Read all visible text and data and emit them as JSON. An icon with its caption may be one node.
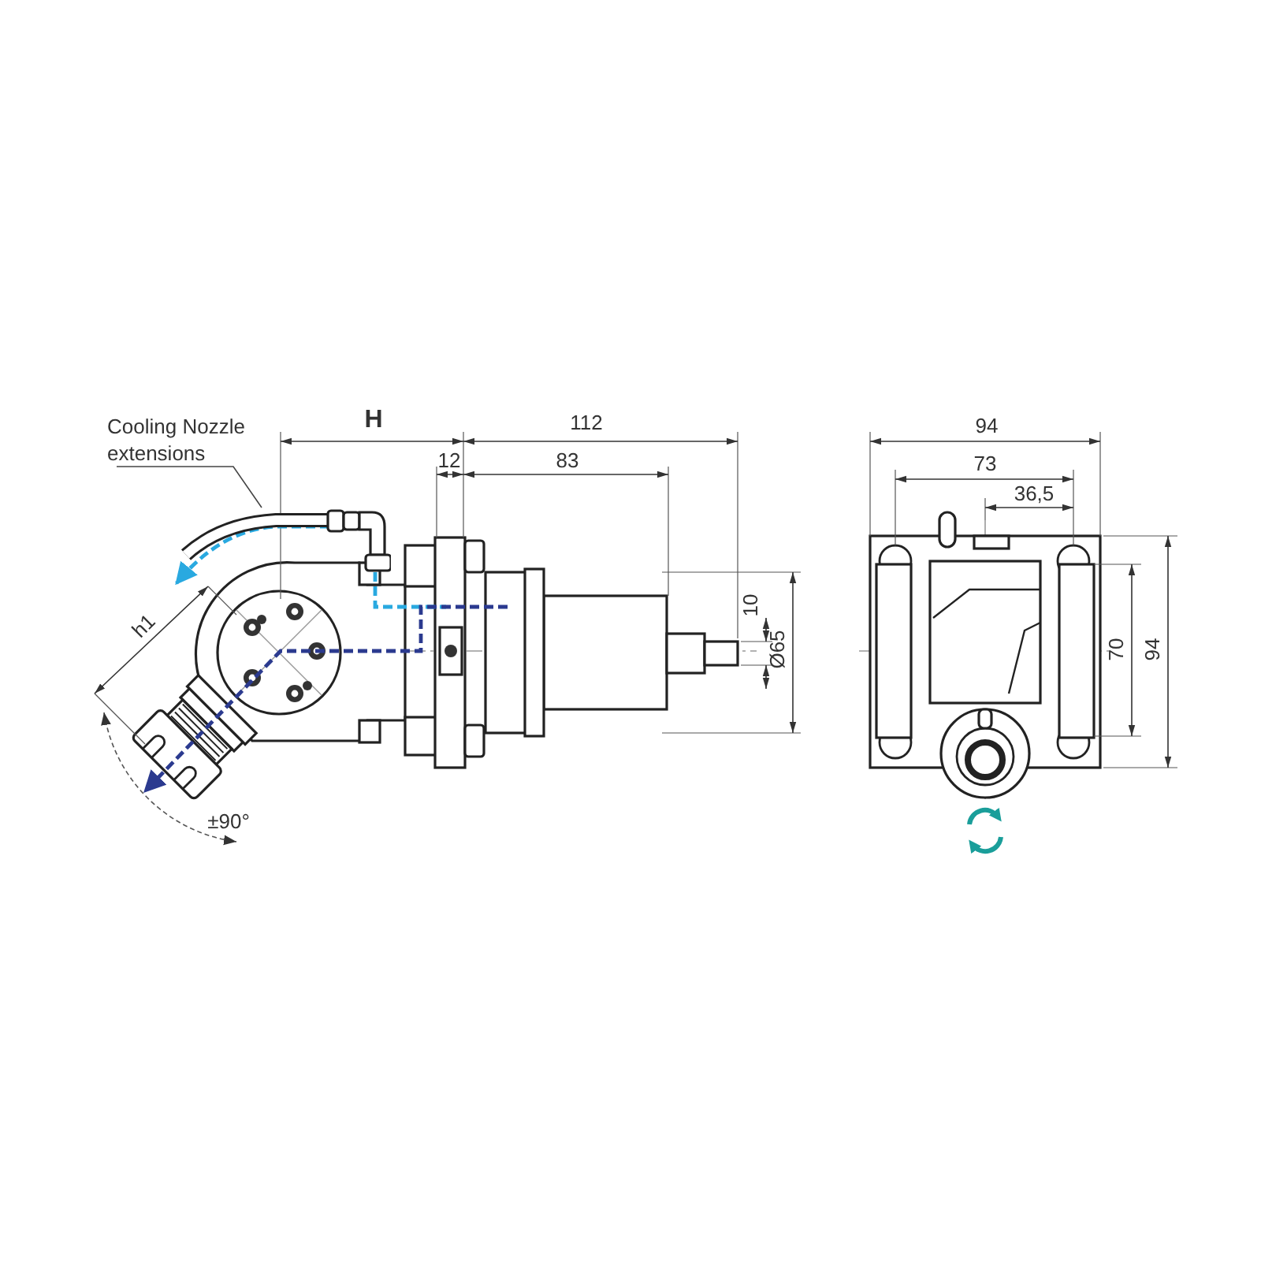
{
  "diagram": {
    "nodes": [
      {
        "text": [
          "Cooling Nozzle extensions"
        ]
      },
      {
        "text": [],
        "shape": "tube"
      }
    ],
    "edges": [
      {
        "from": 0,
        "to": 1,
        "arrow": "none"
      }
    ],
    "labels": [
      "H",
      "112",
      "12",
      "83",
      "94",
      "73",
      "36,5",
      "h1",
      "10",
      "Ø65",
      "70",
      "94",
      "±90°"
    ]
  }
}
